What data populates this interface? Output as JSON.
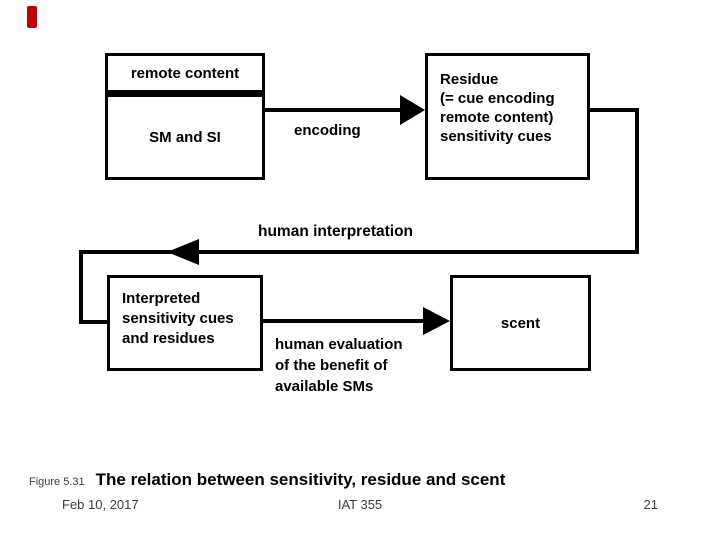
{
  "diagram": {
    "remote_box": {
      "header": "remote content",
      "body": "SM and SI"
    },
    "encoding_label": "encoding",
    "residue_box": {
      "lines": [
        "Residue",
        "(= cue encoding",
        "remote content)",
        "sensitivity cues"
      ]
    },
    "interpretation_label": "human interpretation",
    "interpreted_box": {
      "lines": [
        "Interpreted",
        "sensitivity cues",
        "and residues"
      ]
    },
    "evaluation_label": {
      "lines": [
        "human evaluation",
        "of the benefit of",
        "available SMs"
      ]
    },
    "scent_box": {
      "body": "scent"
    }
  },
  "caption": {
    "figure_label": "Figure 5.31",
    "title": "The relation between sensitivity, residue and scent"
  },
  "footer": {
    "date": "Feb 10, 2017",
    "course": "IAT 355",
    "page_number": "21"
  },
  "colors": {
    "line": "#000000",
    "marker": "#c00000"
  }
}
